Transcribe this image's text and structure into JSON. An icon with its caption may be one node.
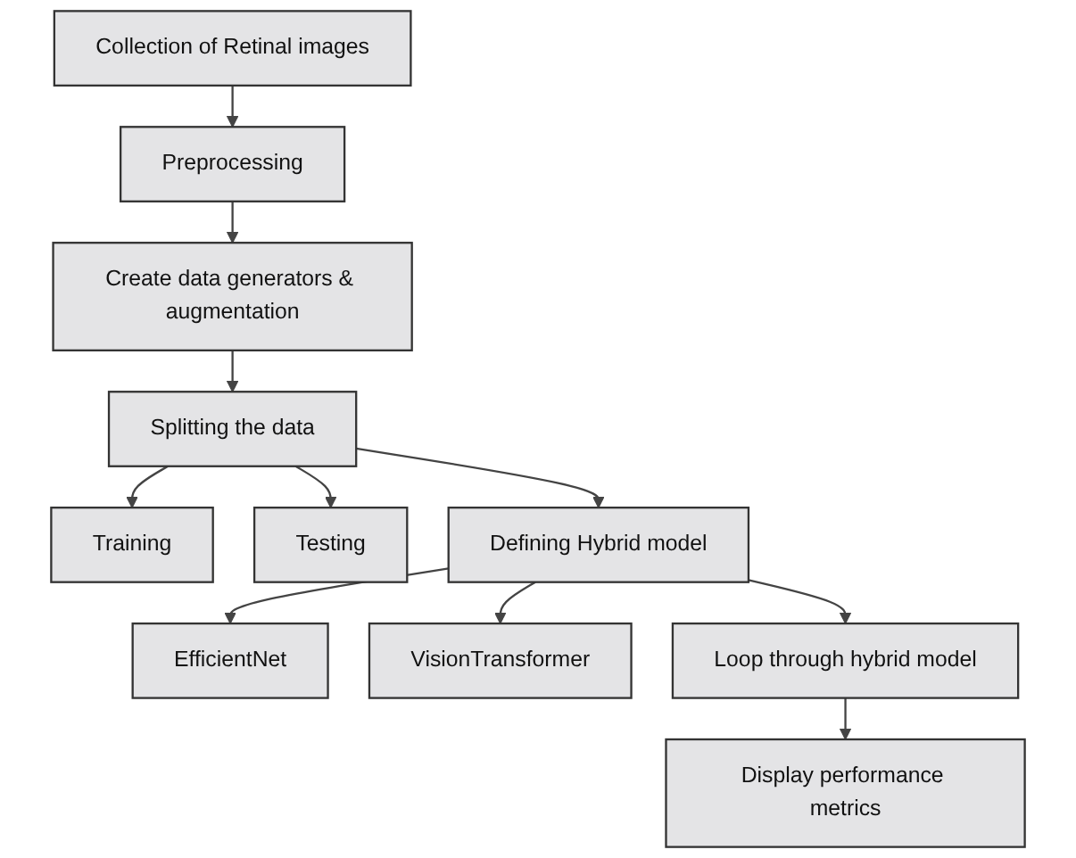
{
  "diagram": {
    "nodes": [
      {
        "text": [
          "Collection of Retinal images"
        ]
      },
      {
        "text": [
          "Preprocessing"
        ]
      },
      {
        "text": [
          "Create data generators & augmentation"
        ]
      },
      {
        "text": [
          "Splitting the data"
        ]
      },
      {
        "text": [
          "Training"
        ]
      },
      {
        "text": [
          "Testing"
        ]
      },
      {
        "text": [
          "EfficientNet"
        ]
      },
      {
        "text": [
          "Defining Hybrid model"
        ]
      },
      {
        "text": [
          "VisionTransformer"
        ]
      },
      {
        "text": [
          "Loop through hybrid model"
        ]
      },
      {
        "text": [
          "Display performance metrics"
        ]
      }
    ],
    "edges": [
      {
        "from": 0,
        "to": 1,
        "arrow": "to"
      },
      {
        "from": 1,
        "to": 2,
        "arrow": "to"
      },
      {
        "from": 2,
        "to": 3,
        "arrow": "to"
      },
      {
        "from": 3,
        "to": 4,
        "arrow": "to"
      },
      {
        "from": 3,
        "to": 5,
        "arrow": "to"
      },
      {
        "from": 3,
        "to": 7,
        "arrow": "to"
      },
      {
        "from": 7,
        "to": 6,
        "arrow": "to"
      },
      {
        "from": 7,
        "to": 8,
        "arrow": "to"
      },
      {
        "from": 7,
        "to": 9,
        "arrow": "to"
      },
      {
        "from": 9,
        "to": 10,
        "arrow": "to"
      }
    ]
  }
}
